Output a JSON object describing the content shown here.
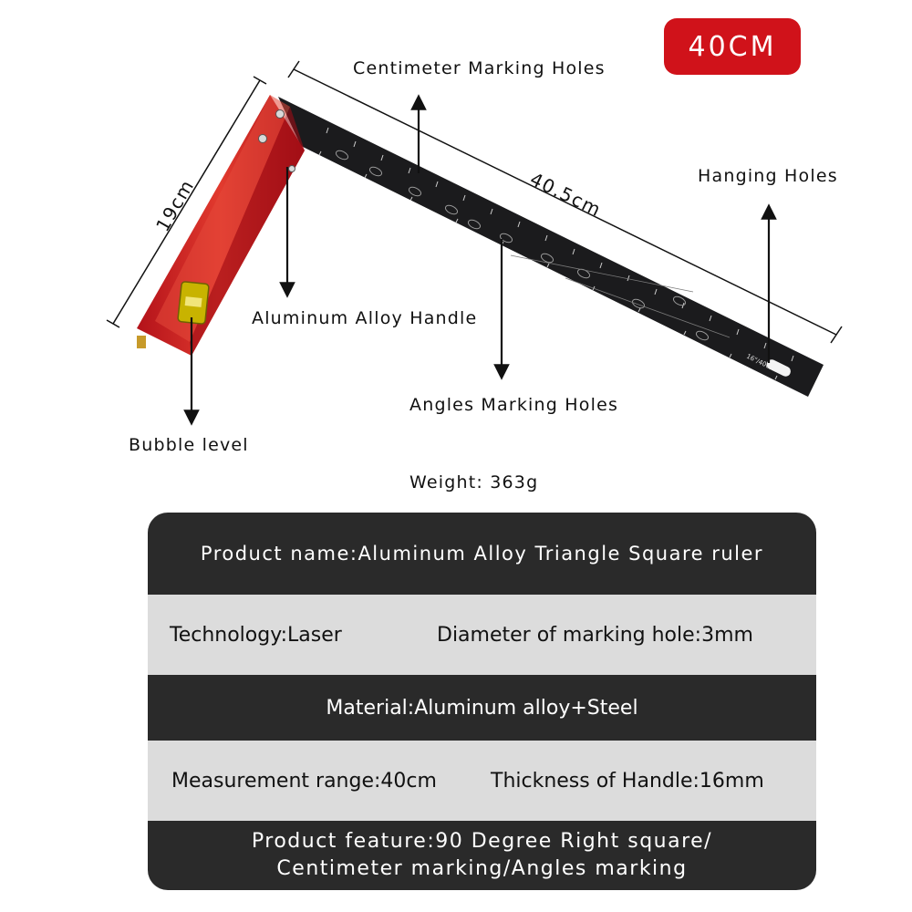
{
  "badge": "40CM",
  "labels": {
    "centimeter_holes": "Centimeter Marking Holes",
    "hanging_holes": "Hanging Holes",
    "aluminum_handle": "Aluminum Alloy Handle",
    "angles_holes": "Angles Marking Holes",
    "bubble_level": "Bubble level",
    "weight": "Weight: 363g"
  },
  "dimensions": {
    "blade_length": "40.5cm",
    "handle_length": "19cm"
  },
  "ruler_print": "16\"/400MM",
  "colors": {
    "accent_red": "#d0121a",
    "handle_red": "#cf1f1f",
    "blade_black": "#1b1b1d",
    "table_dark": "#2a2a2a",
    "table_light": "#dcdcdc"
  },
  "specs": {
    "product_name": "Product name:Aluminum Alloy Triangle Square ruler",
    "technology": "Technology:Laser",
    "hole_diameter": "Diameter of marking hole:3mm",
    "material": "Material:Aluminum alloy+Steel",
    "measurement_range": "Measurement range:40cm",
    "handle_thickness": "Thickness of Handle:16mm",
    "feature_line1": "Product feature:90 Degree Right square/",
    "feature_line2": "Centimeter marking/Angles marking"
  }
}
